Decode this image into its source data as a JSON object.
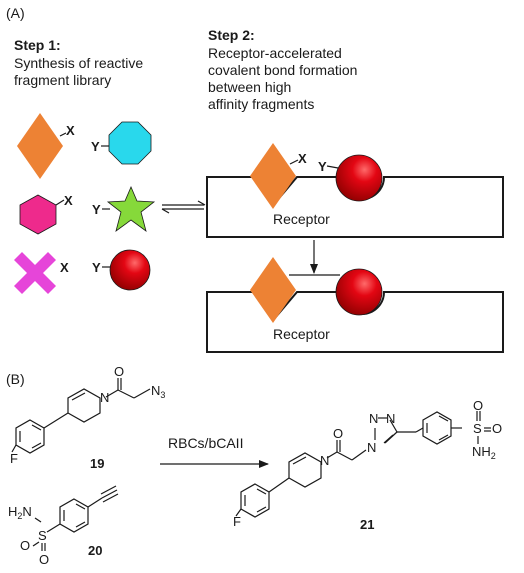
{
  "panel_a": {
    "label": "(A)",
    "step1": {
      "title": "Step 1:",
      "lines": [
        "Synthesis of reactive",
        "fragment library"
      ]
    },
    "step2": {
      "title": "Step 2:",
      "lines": [
        "Receptor-accelerated",
        "covalent bond formation",
        "between high",
        "affinity fragments"
      ]
    },
    "x_label": "X",
    "y_label": "Y",
    "receptor_label": "Receptor",
    "colors": {
      "diamond": "#ed8234",
      "octagon": "#29d8ec",
      "hexagon": "#ee2a8c",
      "star": "#86d93a",
      "sphere": "#e30613",
      "cross": "#e645d9"
    }
  },
  "panel_b": {
    "label": "(B)",
    "condition": "RBCs/bCAII",
    "compound_19": "19",
    "compound_20": "20",
    "compound_21": "21",
    "atoms": {
      "O": "O",
      "N": "N",
      "N3": "N",
      "N3_sub": "3",
      "F": "F",
      "S": "S",
      "H2N": "H",
      "H2N_sub": "2",
      "H2N_N": "N",
      "NH2": "NH",
      "NH2_sub": "2"
    }
  }
}
